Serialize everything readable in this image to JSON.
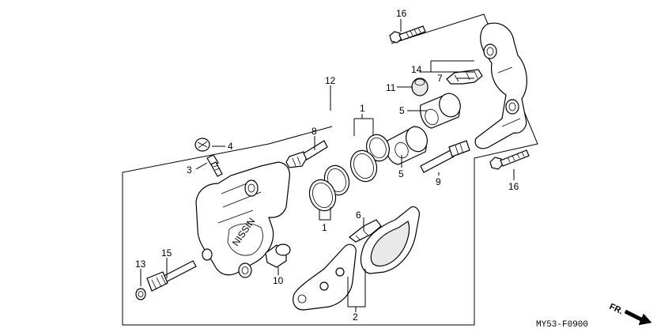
{
  "diagram_code": "MY53-F0900",
  "direction_label": "FR.",
  "caliper_marking": "NISSIN",
  "callouts": {
    "p16_top": "16",
    "p14": "14",
    "p7": "7",
    "p11": "11",
    "p12": "12",
    "p5_upper": "5",
    "p1_upper": "1",
    "p8": "8",
    "p4": "4",
    "p3": "3",
    "p5_lower": "5",
    "p9": "9",
    "p16_bottom": "16",
    "p6": "6",
    "p1_lower": "1",
    "p15": "15",
    "p13": "13",
    "p10": "10",
    "p2": "2"
  }
}
